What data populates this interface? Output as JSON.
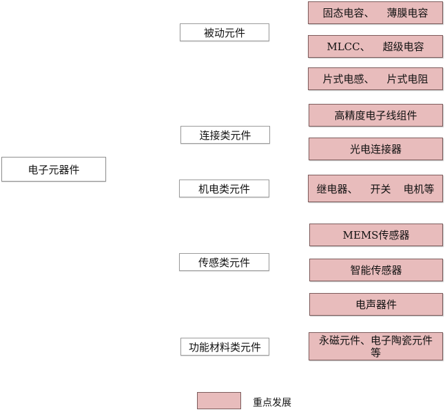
{
  "root": {
    "label": "电子元器件"
  },
  "categories": [
    {
      "label": "被动元件"
    },
    {
      "label": "连接类元件"
    },
    {
      "label": "机电类元件"
    },
    {
      "label": "传感类元件"
    },
    {
      "label": "功能材料类元件"
    }
  ],
  "leaves": [
    {
      "a": "固态电容、",
      "b": "薄膜电容"
    },
    {
      "a": "MLCC、",
      "b": "超级电容"
    },
    {
      "a": "片式电感、",
      "b": "片式电阻"
    },
    {
      "a": "高精度电子线组件"
    },
    {
      "a": "光电连接器"
    },
    {
      "a": "继电器、",
      "b": "开关",
      "c": "电机等"
    },
    {
      "a": "MEMS传感器"
    },
    {
      "a": "智能传感器"
    },
    {
      "a": "电声器件"
    },
    {
      "a": "永磁元件、电子陶瓷元件",
      "b": "等"
    }
  ],
  "legend": {
    "label": "重点发展"
  },
  "colors": {
    "highlight": "#e8bcbc"
  }
}
